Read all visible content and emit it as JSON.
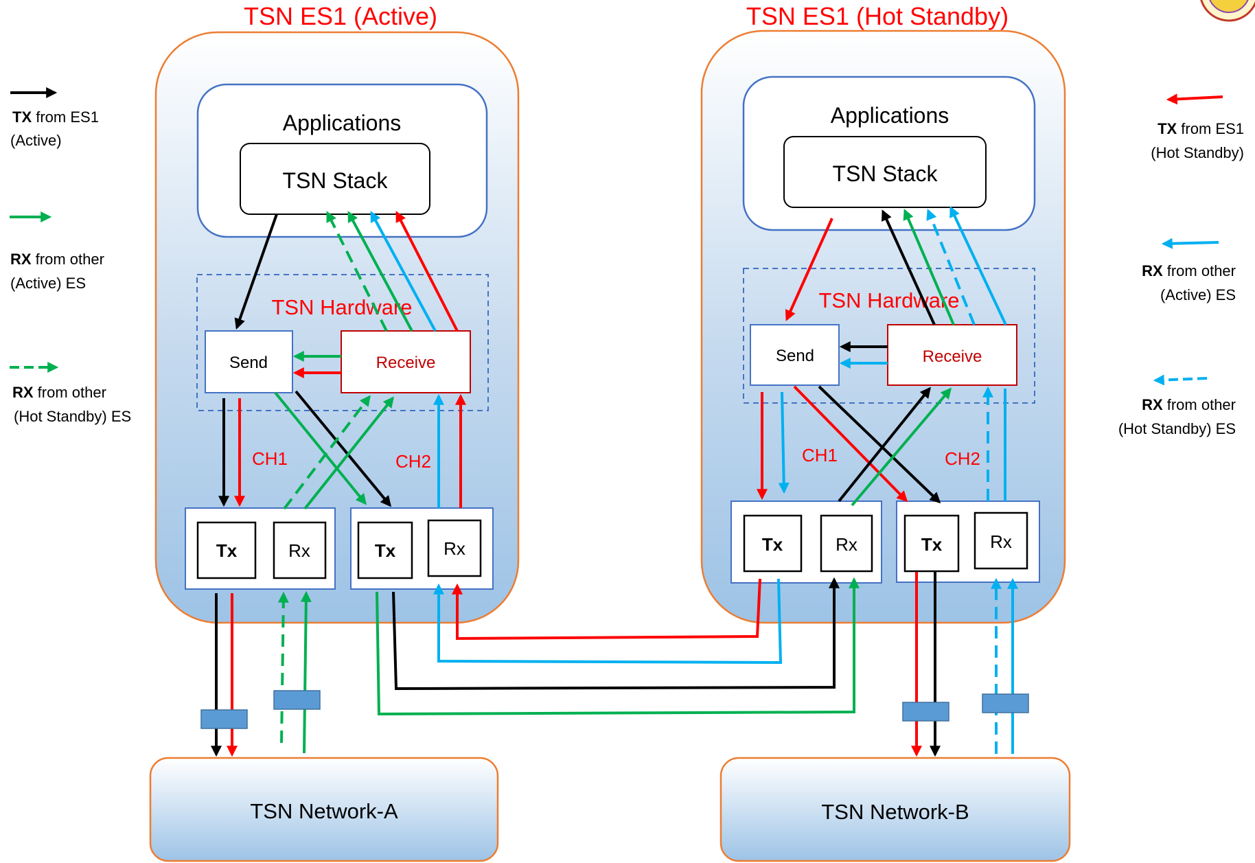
{
  "es_active": {
    "title": "TSN ES1 (Active)",
    "applications": "Applications",
    "stack": "TSN Stack",
    "hardware": "TSN Hardware",
    "send": "Send",
    "receive": "Receive",
    "ch1": "CH1",
    "ch2": "CH2",
    "port1_tx": "Tx",
    "port1_rx": "Rx",
    "port2_tx": "Tx",
    "port2_rx": "Rx"
  },
  "es_standby": {
    "title": "TSN ES1 (Hot Standby)",
    "applications": "Applications",
    "stack": "TSN Stack",
    "hardware": "TSN Hardware",
    "send": "Send",
    "receive": "Receive",
    "ch1": "CH1",
    "ch2": "CH2",
    "port1_tx": "Tx",
    "port1_rx": "Rx",
    "port2_tx": "Tx",
    "port2_rx": "Rx"
  },
  "networks": {
    "a": "TSN Network-A",
    "b": "TSN Network-B"
  },
  "legend_left": [
    {
      "bold": "TX",
      "line1": " from ES1",
      "line2": "(Active)",
      "color": "#000000",
      "style": "solid"
    },
    {
      "bold": "RX",
      "line1": " from other",
      "line2": "(Active) ES",
      "color": "#00b050",
      "style": "solid"
    },
    {
      "bold": "RX",
      "line1": " from other",
      "line2": "(Hot Standby) ES",
      "color": "#00b050",
      "style": "dashed"
    }
  ],
  "legend_right": [
    {
      "bold": "TX",
      "line1": " from ES1",
      "line2": "(Hot Standby)",
      "color": "#ff0000",
      "style": "solid"
    },
    {
      "bold": "RX",
      "line1": " from other",
      "line2": "(Active) ES",
      "color": "#00b0f0",
      "style": "solid"
    },
    {
      "bold": "RX",
      "line1": " from other",
      "line2": "(Hot Standby) ES",
      "color": "#00b0f0",
      "style": "dashed"
    }
  ],
  "colors": {
    "tx_active": "#000000",
    "tx_standby": "#ff0000",
    "rx_green": "#00b050",
    "rx_blue": "#00b0f0",
    "es_border": "#ed7d31",
    "box_border": "#4472c4",
    "tap": "#5b9bd5"
  }
}
